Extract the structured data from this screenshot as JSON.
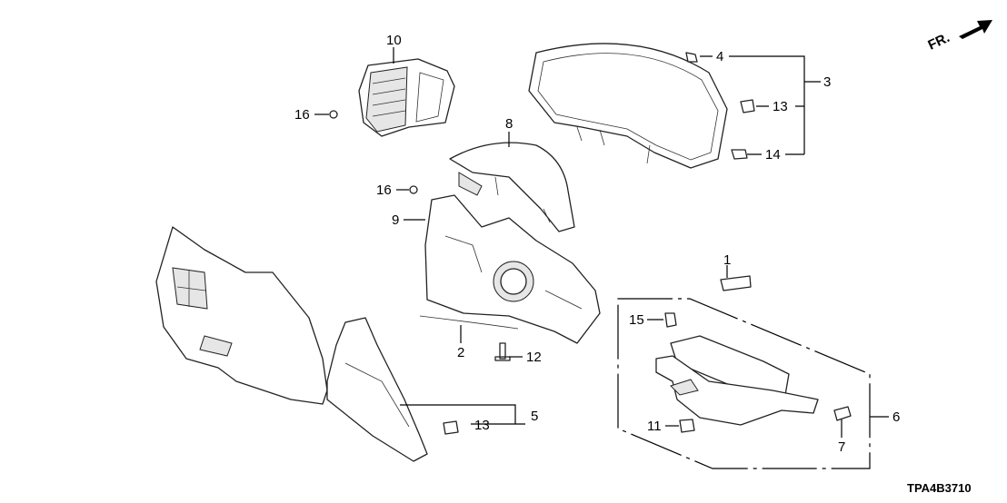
{
  "diagram": {
    "callouts": {
      "p1": "1",
      "p2": "2",
      "p3": "3",
      "p4": "4",
      "p5": "5",
      "p6": "6",
      "p7": "7",
      "p8": "8",
      "p9": "9",
      "p10": "10",
      "p11": "11",
      "p12": "12",
      "p13a": "13",
      "p13b": "13",
      "p14": "14",
      "p15": "15",
      "p16a": "16",
      "p16b": "16"
    },
    "direction_label": "FR.",
    "diagram_code": "TPA4B3710"
  }
}
